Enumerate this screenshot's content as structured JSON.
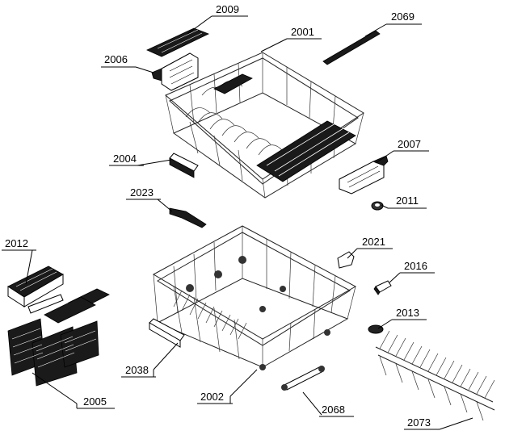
{
  "labels": {
    "p2009": "2009",
    "p2069": "2069",
    "p2001": "2001",
    "p2006": "2006",
    "p2004": "2004",
    "p2007": "2007",
    "p2023": "2023",
    "p2011": "2011",
    "p2012": "2012",
    "p2021": "2021",
    "p2016": "2016",
    "p2013": "2013",
    "p2038": "2038",
    "p2005": "2005",
    "p2002": "2002",
    "p2068": "2068",
    "p2073": "2073"
  }
}
